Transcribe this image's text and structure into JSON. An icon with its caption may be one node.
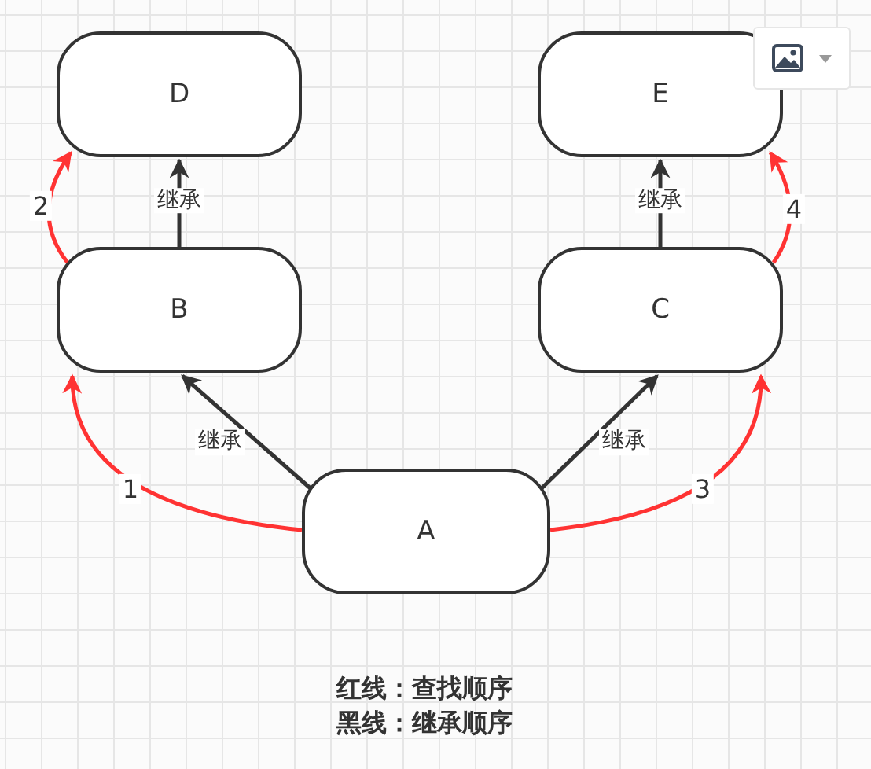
{
  "diagram": {
    "nodes": [
      {
        "text": [
          "D"
        ]
      },
      {
        "text": [
          "E"
        ]
      },
      {
        "text": [
          "B"
        ]
      },
      {
        "text": [
          "C"
        ]
      },
      {
        "text": [
          "A"
        ]
      }
    ],
    "edges": [
      {
        "from": 4,
        "to": 2,
        "arrow": "to",
        "label": "继承"
      },
      {
        "from": 4,
        "to": 3,
        "arrow": "to",
        "label": "继承"
      },
      {
        "from": 2,
        "to": 0,
        "arrow": "to",
        "label": "继承"
      },
      {
        "from": 3,
        "to": 1,
        "arrow": "to",
        "label": "继承"
      },
      {
        "from": 4,
        "to": 2,
        "arrow": "to",
        "label": "1",
        "color": "#ff3333"
      },
      {
        "from": 2,
        "to": 0,
        "arrow": "to",
        "label": "2",
        "color": "#ff3333"
      },
      {
        "from": 4,
        "to": 3,
        "arrow": "to",
        "label": "3",
        "color": "#ff3333"
      },
      {
        "from": 3,
        "to": 1,
        "arrow": "to",
        "label": "4",
        "color": "#ff3333"
      }
    ],
    "labels": [
      "红线：查找顺序",
      "黑线：继承顺序"
    ]
  }
}
